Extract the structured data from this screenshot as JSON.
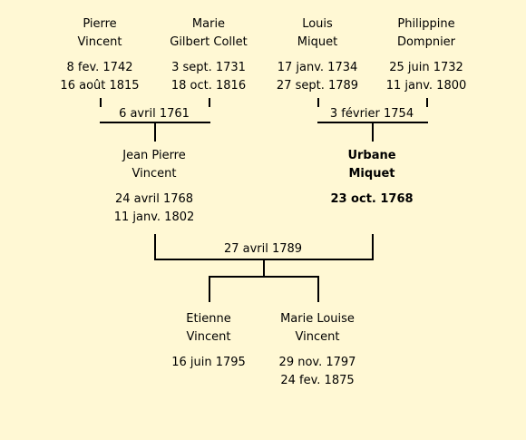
{
  "tree": {
    "grandparents": {
      "paternal_father": {
        "given": "Pierre",
        "surname": "Vincent",
        "birth": "8 fev. 1742",
        "death": "16 août 1815"
      },
      "paternal_mother": {
        "given": "Marie",
        "surname": "Gilbert Collet",
        "birth": "3 sept. 1731",
        "death": "18 oct. 1816"
      },
      "maternal_father": {
        "given": "Louis",
        "surname": "Miquet",
        "birth": "17 janv. 1734",
        "death": "27 sept. 1789"
      },
      "maternal_mother": {
        "given": "Philippine",
        "surname": "Dompnier",
        "birth": "25 juin 1732",
        "death": "11 janv. 1800"
      }
    },
    "marriages": {
      "paternal": "6 avril 1761",
      "maternal": "3 février 1754",
      "parents": "27 avril 1789"
    },
    "parents": {
      "father": {
        "given": "Jean Pierre",
        "surname": "Vincent",
        "birth": "24 avril 1768",
        "death": "11 janv. 1802"
      },
      "mother": {
        "given": "Urbane",
        "surname": "Miquet",
        "birth": "23 oct. 1768",
        "death": ""
      }
    },
    "children": [
      {
        "given": "Etienne",
        "surname": "Vincent",
        "birth": "16 juin 1795",
        "death": ""
      },
      {
        "given": "Marie Louise",
        "surname": "Vincent",
        "birth": "29 nov. 1797",
        "death": "24 fev. 1875"
      }
    ]
  }
}
